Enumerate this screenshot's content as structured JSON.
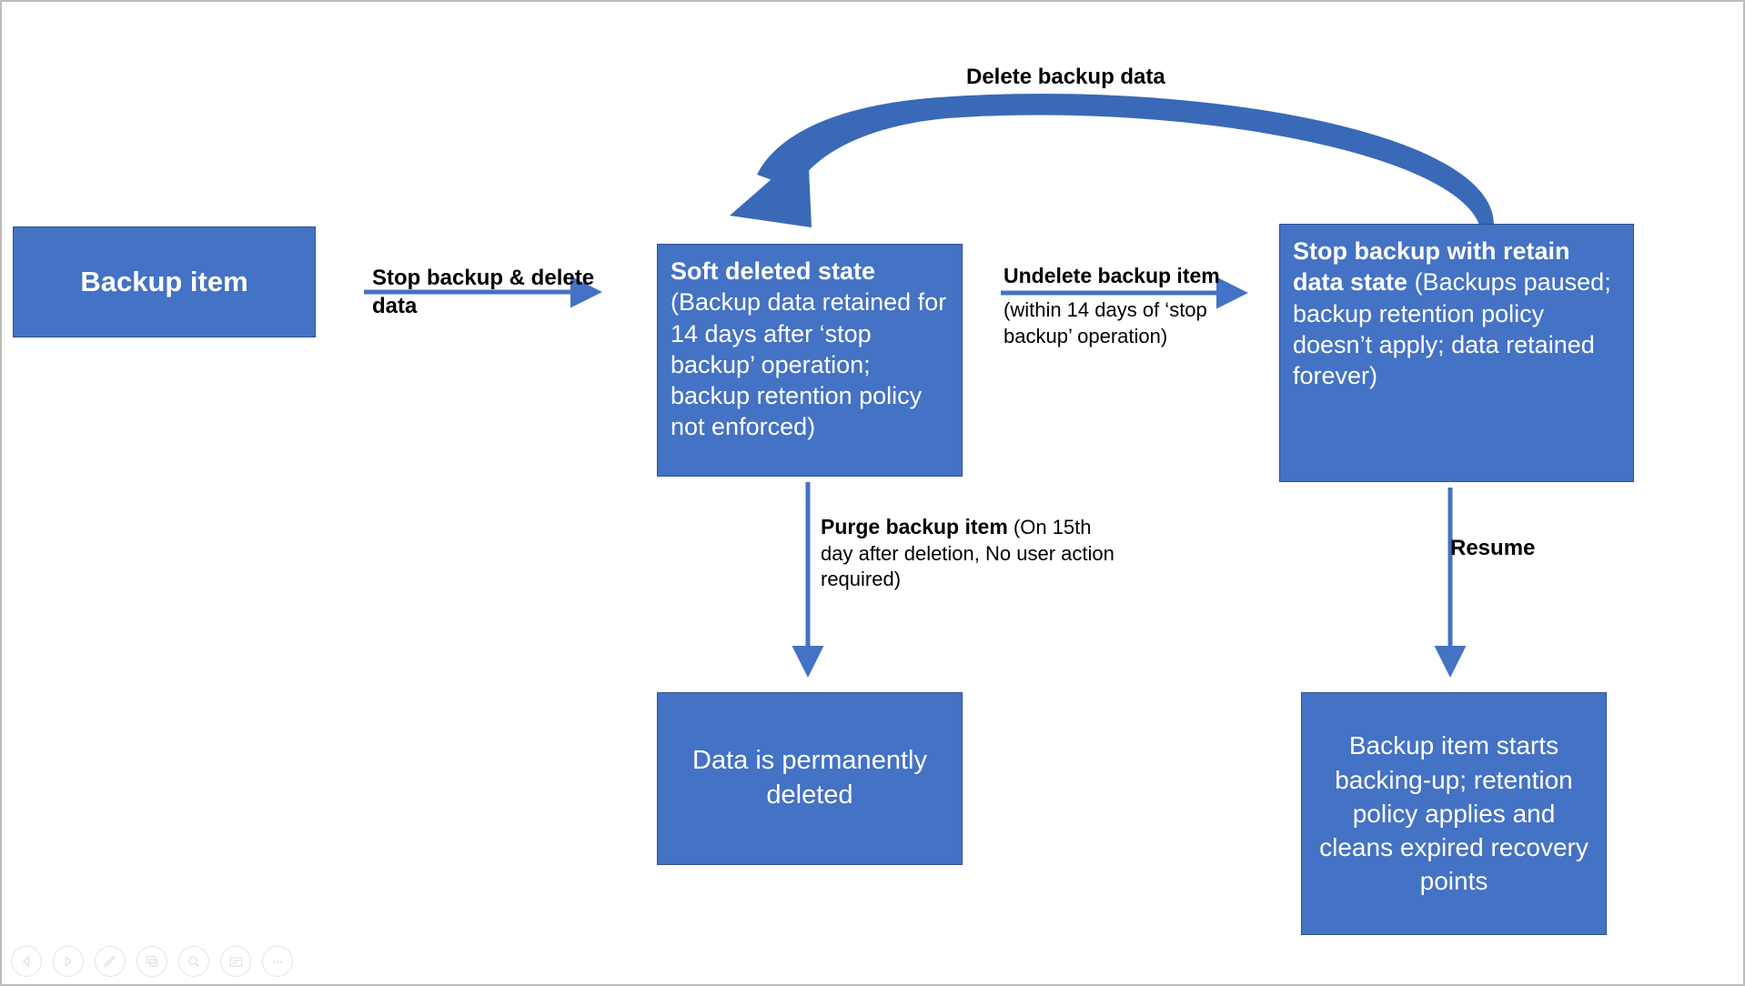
{
  "diagram": {
    "title": "Backup item lifecycle",
    "accent_color": "#4472C4",
    "box_border_color": "#2F528F",
    "box_text_color": "#FFFFFF",
    "label_text_color": "#000000",
    "canvas_background": "#FFFFFF"
  },
  "boxes": {
    "backup_item": {
      "label": "Backup item"
    },
    "soft_deleted": {
      "title": "Soft deleted state",
      "body": "(Backup data retained for 14 days after ‘stop backup’ operation; backup retention policy not enforced)"
    },
    "retain_data": {
      "title": "Stop backup with retain data state",
      "body": " (Backups paused; backup retention policy doesn’t apply; data retained forever)"
    },
    "permanently_deleted": {
      "label": "Data is permanently deleted"
    },
    "backing_up": {
      "label": "Backup item starts backing-up; retention policy applies and cleans expired recovery points"
    }
  },
  "arrows": {
    "delete_backup_data": {
      "label": "Delete backup data"
    },
    "stop_backup_delete_data": {
      "label": "Stop backup & delete data"
    },
    "undelete_backup_item": {
      "title": "Undelete backup item",
      "body": "(within 14 days of ‘stop backup’ operation)"
    },
    "purge_backup_item": {
      "title": "Purge backup item",
      "body": " (On 15th day after deletion, No user action required)"
    },
    "resume": {
      "label": "Resume"
    }
  },
  "toolbar": {
    "buttons": [
      {
        "name": "previous-slide-button",
        "icon": "triangle-left-icon"
      },
      {
        "name": "next-slide-button",
        "icon": "triangle-right-icon"
      },
      {
        "name": "pen-tool-button",
        "icon": "pen-icon"
      },
      {
        "name": "all-slides-button",
        "icon": "slides-grid-icon"
      },
      {
        "name": "zoom-button",
        "icon": "magnifier-icon"
      },
      {
        "name": "subtitles-button",
        "icon": "subtitles-icon"
      },
      {
        "name": "more-options-button",
        "icon": "ellipsis-icon"
      }
    ]
  }
}
